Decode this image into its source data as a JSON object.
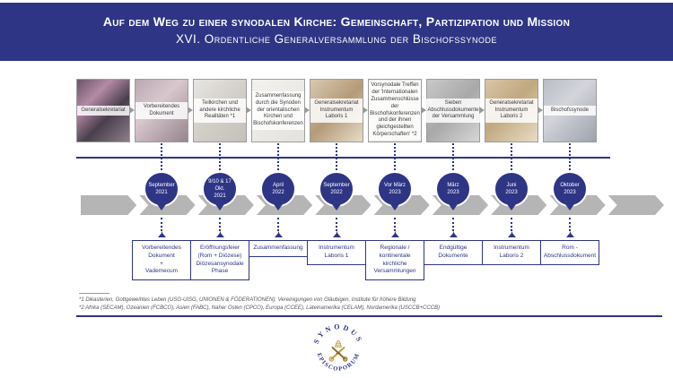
{
  "header": {
    "title": "Auf dem Weg zu einer synodalen Kirche: Gemeinschaft, Partizipation und Mission",
    "subtitle": "XVI. Ordentliche Generalversammlung der Bischofssynode"
  },
  "top_boxes": [
    "Generalsekretariat",
    "Vorbereitendes Dokument",
    "Teilkirchen und andere kirchliche Realitäten *1",
    "Zusammenfassung durch die Synoden der orientalischen Kirchen und Bischofskonferenzen",
    "Generalsekretariat Instrumentum Laboris 1",
    "Vorsynodale Treffen der 'Internationalen Zusammenschlüsse der Bischofskonferenzen und der ihnen gleichgestellten Körperschaften' *2",
    "Sieben Abschlussdokumente der Versammlung",
    "Generalsekretariat Instrumentum Laboris 2",
    "Bischofssynode"
  ],
  "dates": [
    "September\n2021",
    "9/10 & 17\nOkt.\n2021",
    "April\n2022",
    "September\n2022",
    "Vor März\n2023",
    "März\n2023",
    "Juni\n2023",
    "Oktober\n2023"
  ],
  "bottom_boxes": [
    "Vorbereitendes Dokument\n+\nVademecum",
    "Eröffnungsfeier (Rom + Diözese) Diözesansynodale Phase",
    "Zusammenfassung",
    "Instrumentum Laboris 1",
    "Regionale / kontinentale kirchliche Versammlungen",
    "Endgültige Dokumente",
    "Instrumentum Laboris 2",
    "Rom - Abschlussdokument"
  ],
  "footnotes": [
    "*1 Dikasterien, Gottgeweihtes Leben (USG-UISG, UNIONEN & FÖDERATIONEN); Vereinigungen von Gläubigen, Institute für höhere Bildung",
    "*2 Afrika (SECAM), Ozeanien (FCBCO), Asien (FABC), Naher Osten (CPCO), Europa (CCEE), Lateinamerika (CELAM), Nordamerika (USCCB+CCCB)"
  ],
  "logo": {
    "top_text": "SYNODUS",
    "bottom_text": "EPISCOPORUM"
  },
  "colors": {
    "navy": "#2e3585",
    "band_gray": "#b5b5b5",
    "box_border_gray": "#9c9c9c"
  }
}
